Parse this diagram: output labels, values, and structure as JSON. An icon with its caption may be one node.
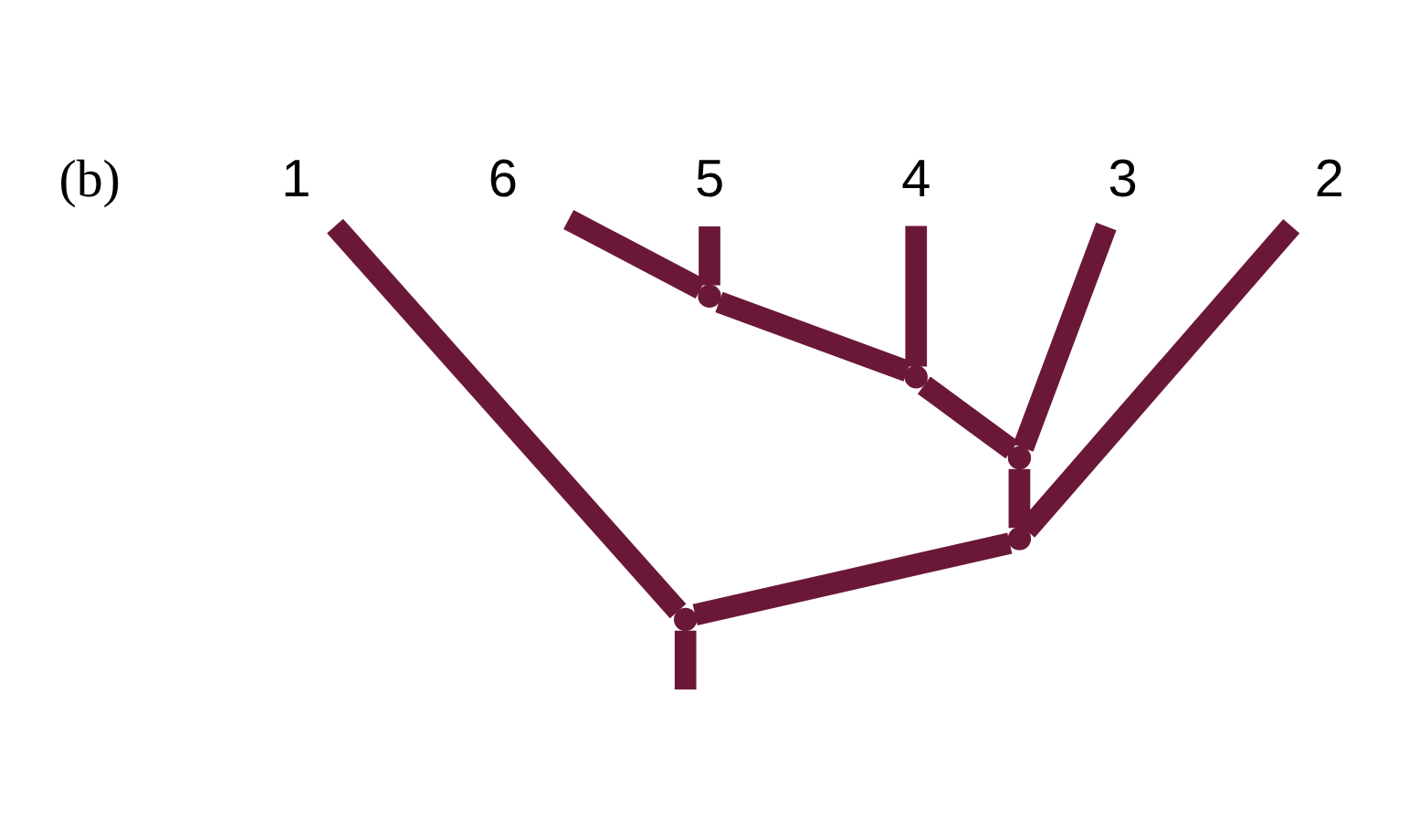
{
  "diagram": {
    "nodes": [
      {
        "text": [
          "1"
        ]
      },
      {
        "text": [
          "6"
        ]
      },
      {
        "text": [
          "5"
        ]
      },
      {
        "text": [
          "4"
        ]
      },
      {
        "text": [
          "3"
        ]
      },
      {
        "text": [
          "2"
        ]
      },
      {
        "text": [],
        "shape": "point"
      },
      {
        "text": [],
        "shape": "point"
      },
      {
        "text": [],
        "shape": "point"
      },
      {
        "text": [],
        "shape": "point"
      },
      {
        "text": [],
        "shape": "point"
      }
    ],
    "edges": [
      {
        "from": null,
        "to": 6,
        "arrow": "none"
      },
      {
        "from": 6,
        "to": 0,
        "arrow": "none"
      },
      {
        "from": 6,
        "to": 7,
        "arrow": "none"
      },
      {
        "from": 7,
        "to": 8,
        "arrow": "none"
      },
      {
        "from": 7,
        "to": 5,
        "arrow": "none"
      },
      {
        "from": 8,
        "to": 9,
        "arrow": "none"
      },
      {
        "from": 8,
        "to": 4,
        "arrow": "none"
      },
      {
        "from": 9,
        "to": 10,
        "arrow": "none"
      },
      {
        "from": 9,
        "to": 3,
        "arrow": "none"
      },
      {
        "from": 10,
        "to": 1,
        "arrow": "none"
      },
      {
        "from": 10,
        "to": 2,
        "arrow": "none"
      }
    ],
    "labels": [
      "(b)"
    ]
  }
}
